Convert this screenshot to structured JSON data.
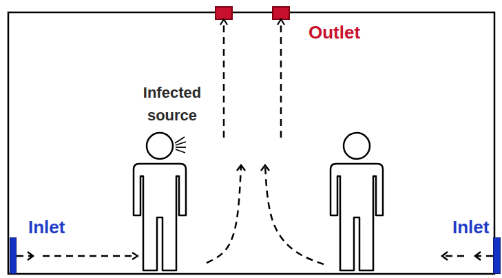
{
  "diagram": {
    "nodes": [
      {
        "text": [
          "Outlet"
        ]
      },
      {
        "text": [
          "Infected source"
        ]
      },
      {
        "text": [
          "Inlet"
        ]
      },
      {
        "text": [
          "Inlet"
        ]
      }
    ],
    "edges": [
      {
        "from": 2,
        "to": 1,
        "arrow": "to"
      },
      {
        "from": 1,
        "to": 0,
        "arrow": "to"
      },
      {
        "from": 3,
        "to": 0,
        "arrow": "to"
      }
    ]
  }
}
